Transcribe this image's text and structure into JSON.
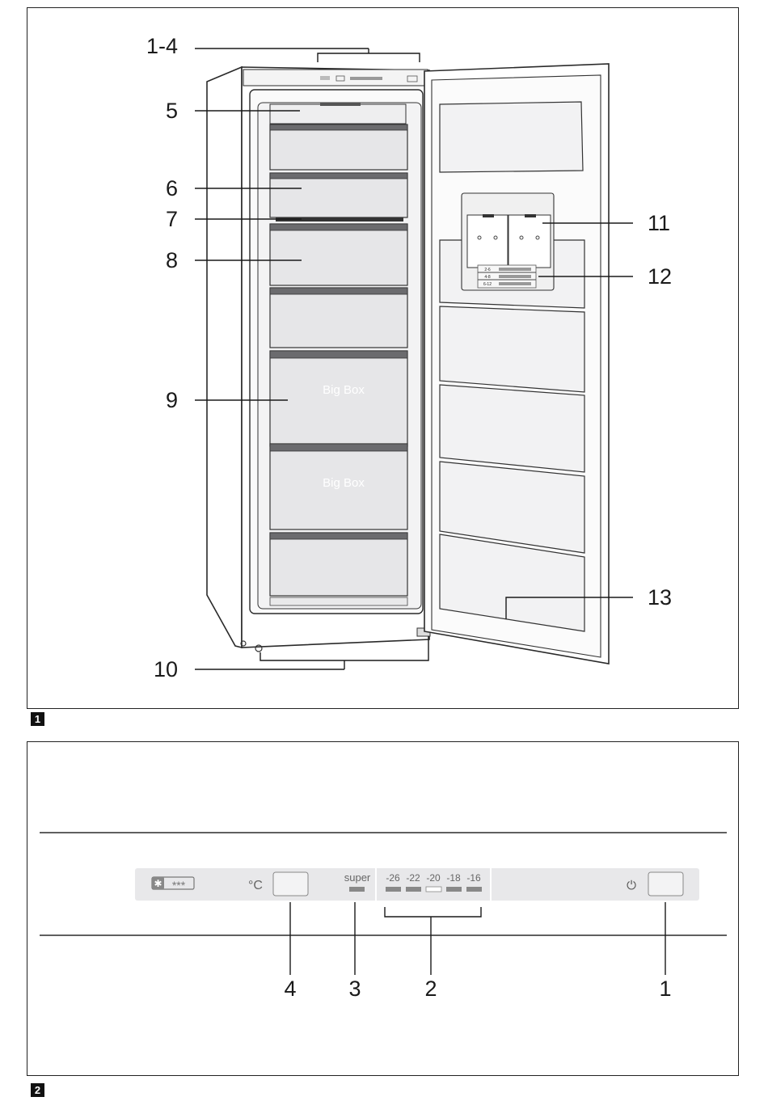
{
  "figure1": {
    "badge": "1",
    "callouts": [
      {
        "id": "1-4",
        "label": "1-4"
      },
      {
        "id": "5",
        "label": "5"
      },
      {
        "id": "6",
        "label": "6"
      },
      {
        "id": "7",
        "label": "7"
      },
      {
        "id": "8",
        "label": "8"
      },
      {
        "id": "9",
        "label": "9"
      },
      {
        "id": "10",
        "label": "10"
      },
      {
        "id": "11",
        "label": "11"
      },
      {
        "id": "12",
        "label": "12"
      },
      {
        "id": "13",
        "label": "13"
      }
    ],
    "drawer_labels": [
      "Big Box",
      "Big Box"
    ],
    "chart_labels": [
      [
        "2-6",
        "4-8",
        "6-12"
      ]
    ]
  },
  "figure2": {
    "badge": "2",
    "star_rating": "***",
    "celsius_label": "°C",
    "super_label": "super",
    "temperatures": [
      "-26",
      "-22",
      "-20",
      "-18",
      "-16"
    ],
    "active_temperature": "-20",
    "power_symbol": "⏻",
    "callouts": [
      {
        "id": "4",
        "label": "4"
      },
      {
        "id": "3",
        "label": "3"
      },
      {
        "id": "2",
        "label": "2"
      },
      {
        "id": "1",
        "label": "1"
      }
    ]
  }
}
